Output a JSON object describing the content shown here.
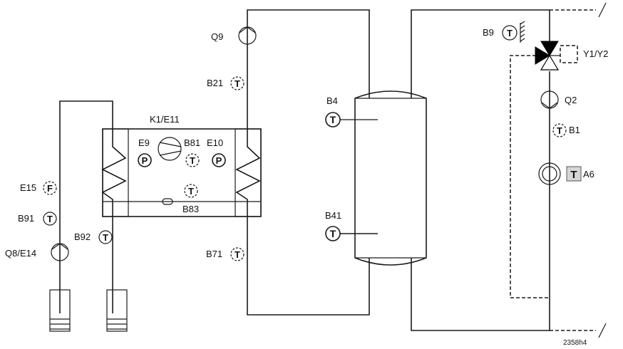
{
  "labels": {
    "q9": "Q9",
    "b21": "B21",
    "k1e11": "K1/E11",
    "e9": "E9",
    "b81": "B81",
    "e10": "E10",
    "b83": "B83",
    "e15": "E15",
    "b91": "B91",
    "b92": "B92",
    "q8e14": "Q8/E14",
    "b71": "B71",
    "b4": "B4",
    "b41": "B41",
    "b9": "B9",
    "y1y2": "Y1/Y2",
    "q2": "Q2",
    "b1": "B1",
    "a6": "A6",
    "figure_id": "2358h4"
  },
  "symbols": {
    "temperature": "T",
    "pressure": "P",
    "flow": "F"
  }
}
